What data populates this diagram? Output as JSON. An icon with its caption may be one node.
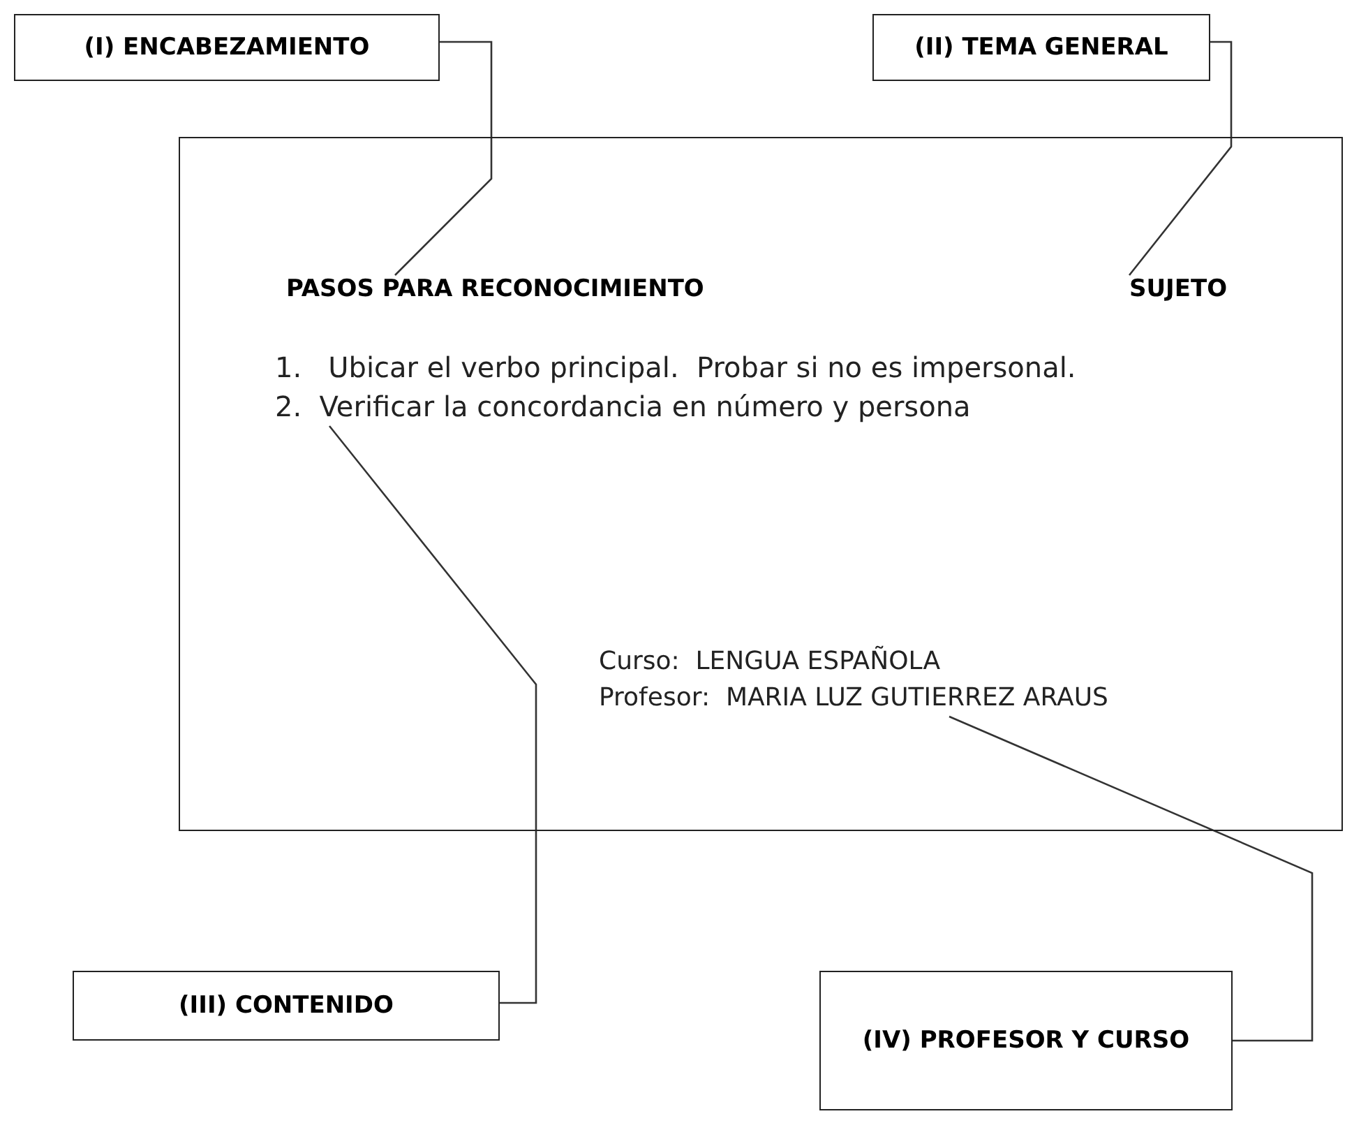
{
  "diagram": {
    "nodes": [
      {
        "text": [
          "(I) ENCABEZAMIENTO"
        ]
      },
      {
        "text": [
          "(II) TEMA GENERAL"
        ]
      },
      {
        "text": [],
        "shape": "box"
      },
      {
        "text": [
          "PASOS PARA RECONOCIMIENTO"
        ],
        "in": 2
      },
      {
        "text": [
          "SUJETO"
        ],
        "in": 2
      },
      {
        "text": [
          "1.   Ubicar el verbo principal.  Probar si no es impersonal.",
          "2.  Verificar la concordancia en número y persona"
        ],
        "in": 2
      },
      {
        "text": [
          "Curso:  LENGUA ESPAÑOLA",
          "Profesor:  MARIA LUZ GUTIERREZ ARAUS"
        ],
        "in": 2
      },
      {
        "text": [
          "(III) CONTENIDO"
        ]
      },
      {
        "text": [
          "(IV) PROFESOR Y CURSO"
        ]
      }
    ],
    "edges": [
      {
        "from": 0,
        "to": 3,
        "arrow": "none"
      },
      {
        "from": 1,
        "to": 4,
        "arrow": "none"
      },
      {
        "from": 7,
        "to": 5,
        "arrow": "none"
      },
      {
        "from": 8,
        "to": 6,
        "arrow": "none"
      }
    ]
  }
}
